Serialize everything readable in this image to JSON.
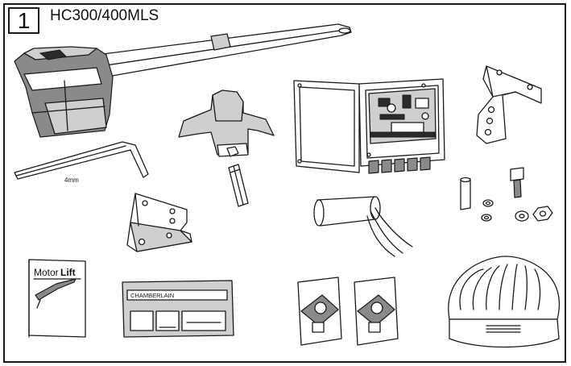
{
  "step": {
    "number": "1",
    "model": "HC300/400MLS"
  },
  "parts": {
    "hex_key_label": "4mm",
    "manual_title_light": "Motor",
    "manual_title_bold": "Lift",
    "remote_brand": "CHAMBERLAIN"
  }
}
